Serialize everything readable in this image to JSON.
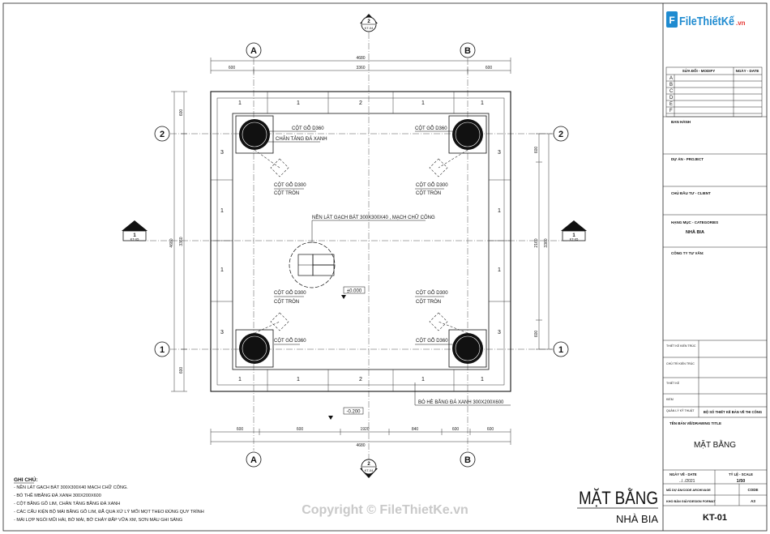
{
  "watermark": "Copyright © FileThietKe.vn",
  "logo": {
    "brand": "FileThiếtKế",
    "suffix": ".vn"
  },
  "grid": {
    "col_left": "A",
    "col_right": "B",
    "row_top": "2",
    "row_bottom": "1"
  },
  "sections": {
    "s1": "1",
    "s2": "2",
    "s1_sheet": "KT-05",
    "s2_sheet": "KT-04"
  },
  "callouts": {
    "col_top_left": "CỘT GỖ D360",
    "base_top_left": "CHÂN TẢNG ĐÁ XANH",
    "col_top_right": "CỘT GỖ D360",
    "post_tl": "CỘT GỖ D300",
    "post_tl_sub": "CỘT TRÒN",
    "post_tr": "CỘT GỖ D300",
    "post_tr_sub": "CỘT TRÒN",
    "floor": "NỀN LÁT GẠCH BÁT 300X300X40 , MẠCH CHỮ CÔNG",
    "post_bl": "CỘT GỖ D300",
    "post_bl_sub": "CỘT TRÒN",
    "post_br": "CỘT GỖ D300",
    "post_br_sub": "CỘT TRÒN",
    "col_bot_left": "CỘT GỖ D360",
    "col_bot_right": "CỘT GỖ D360",
    "curb": "BÓ HÈ BẰNG ĐÁ XANH 300X200X600",
    "level_top": "±0.000",
    "level_bottom": "-0.200"
  },
  "dims": {
    "top_overall": "4680",
    "top_left": "600",
    "top_mid": "3360",
    "top_right": "600",
    "bot_left": "600",
    "bot_m1": "600",
    "bot_mid": "1920",
    "bot_m2": "840",
    "bot_m3": "600",
    "bot_right": "600",
    "bot_overall": "4680",
    "left_overall": "4680",
    "left_top": "600",
    "left_mid": "3360",
    "left_bot": "600",
    "right_overall": "3360",
    "right_a": "600",
    "right_b": "2160",
    "right_c": "600"
  },
  "zones": {
    "top": [
      "1",
      "1",
      "2",
      "1",
      "1"
    ],
    "bottom": [
      "1",
      "1",
      "2",
      "1",
      "1"
    ],
    "left": [
      "3",
      "1",
      "1",
      "3"
    ],
    "right": [
      "3",
      "1",
      "1",
      "3"
    ]
  },
  "notes": {
    "heading": "GHI CHÚ:",
    "lines": [
      "- NỀN LÁT GẠCH BÁT 300X300X40 MẠCH CHỮ CÔNG.",
      "- BÓ THỀ MBẰNG ĐÁ XANH 300X200X600",
      "- CỘT BẰNG GỖ LIM, CHÂN TẢNG BẰNG ĐÁ XANH",
      "- CÁC CẤU KIỆN BỘ MÁI BẰNG GỖ LIM, ĐÃ QUA XỬ LÝ MỐI MỌT THEO ĐÚNG QUY TRÌNH",
      "- MÁI LỢP NGÓI MŨI HÀI, BỜ MÁI, BỜ CHẢY ĐẮP VỮA XM, SƠN MÀU GHI SÁNG"
    ]
  },
  "drawing_title": {
    "main": "MẶT BẰNG",
    "sub": "NHÀ BIA"
  },
  "titleblock": {
    "rev_header": "SỬA ĐỔI - MODIFY",
    "rev_date_header": "NGÀY - DATE",
    "rev_rows": [
      "A",
      "B",
      "C",
      "D",
      "E",
      "F"
    ],
    "owner": "BAN HÀNH",
    "project": "DỰ ÁN - PROJECT",
    "client": "CHỦ ĐẦU TƯ - CLIENT",
    "category": "HẠNG MỤC - CATEGORIES",
    "category_value": "NHÀ BIA",
    "contractor": "CÔNG TY TƯ VẤN:",
    "signers": [
      "THIẾT KẾ KIẾN TRÚC",
      "CHỦ TRÌ KIẾN TRÚC",
      "THIẾT KẾ",
      "KIỂM",
      "QUẢN LÝ KỸ THUẬT"
    ],
    "design_stage": "BỘ SỐ THIẾT KẾ BẢN VẼ THI CÔNG",
    "sheet_name_label": "TÊN BẢN VẼ/DRAWING TITLE",
    "sheet_name": "MẶT BẰNG",
    "date_label": "NGÀY VẼ - DATE",
    "date_value": "../../2021",
    "scale_label": "TỶ LỆ - SCALE",
    "scale_value": "1/50",
    "code_label": "MÃ DỰ ÁN/CODE ARCHIVAGE",
    "code_value": "CODE",
    "size_label": "KHỔ BẢN GIẤY/DESIGN FORMAT",
    "size_value": "A3",
    "sheet_no": "KT-01"
  }
}
